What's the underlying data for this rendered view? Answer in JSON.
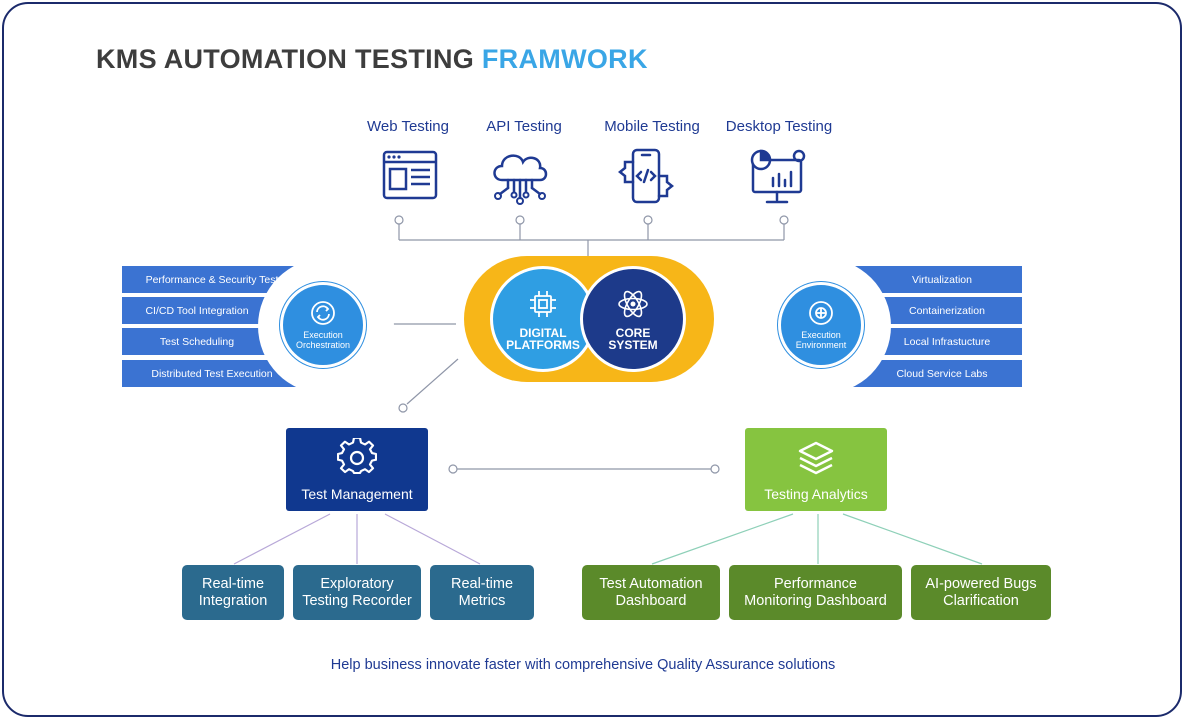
{
  "title": {
    "main": "KMS AUTOMATION TESTING ",
    "accent": "FRAMWORK"
  },
  "categories": [
    {
      "label": "Web Testing",
      "icon": "web-browser-icon"
    },
    {
      "label": "API Testing",
      "icon": "cloud-network-icon"
    },
    {
      "label": "Mobile Testing",
      "icon": "mobile-code-icon"
    },
    {
      "label": "Desktop Testing",
      "icon": "desktop-analytics-icon"
    }
  ],
  "left_hub": {
    "label_line1": "Execution",
    "label_line2": "Orchestration",
    "items": [
      "Performance & Security Test",
      "CI/CD Tool Integration",
      "Test Scheduling",
      "Distributed Test Execution"
    ]
  },
  "right_hub": {
    "label_line1": "Execution",
    "label_line2": "Environment",
    "items": [
      "Virtualization",
      "Containerization",
      "Local Infrastucture",
      "Cloud Service Labs"
    ]
  },
  "core": {
    "digital_line1": "DIGITAL",
    "digital_line2": "PLATFORMS",
    "core_line1": "CORE",
    "core_line2": "SYSTEM"
  },
  "test_management": {
    "label": "Test Management",
    "children": [
      "Real-time\nIntegration",
      "Exploratory\nTesting Recorder",
      "Real-time\nMetrics"
    ]
  },
  "testing_analytics": {
    "label": "Testing Analytics",
    "children": [
      "Test Automation\nDashboard",
      "Performance\nMonitoring Dashboard",
      "AI-powered Bugs\nClarification"
    ]
  },
  "footer": "Help business innovate faster with comprehensive Quality Assurance solutions",
  "colors": {
    "navy": "#1b2a6b",
    "accent_blue": "#3aa6e6",
    "bar_blue": "#3b73d2",
    "yellow": "#f7b618",
    "core_navy": "#1d3a8a",
    "tm_navy": "#10388f",
    "ta_green": "#86c440",
    "leaf_blue": "#2b6a8e",
    "leaf_green": "#5b8a2a"
  }
}
